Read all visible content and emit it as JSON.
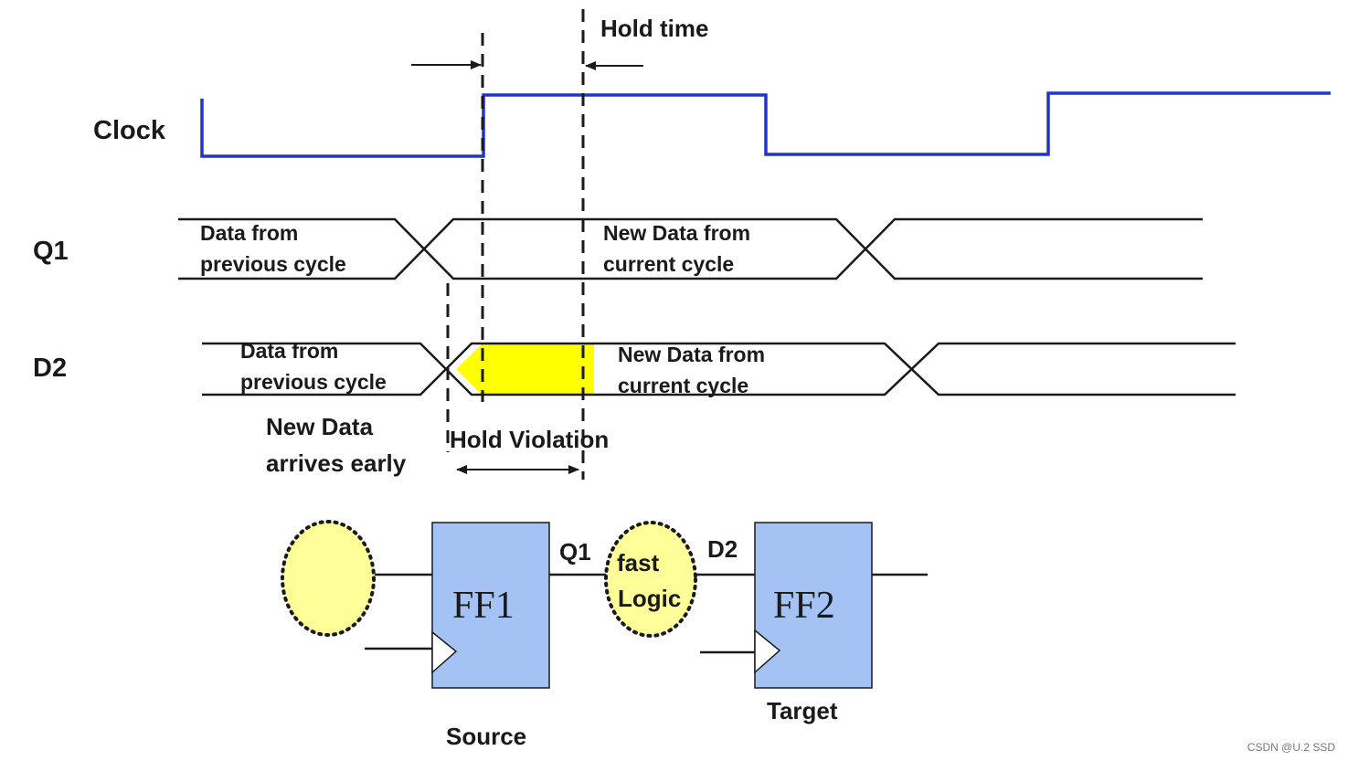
{
  "signals": {
    "clock": "Clock",
    "q1": "Q1",
    "d2": "D2"
  },
  "annotations": {
    "hold_time": "Hold time",
    "hold_violation": "Hold Violation",
    "new_data_early_line1": "New  Data",
    "new_data_early_line2": "arrives early"
  },
  "q1_wave": {
    "old_line1": "Data from",
    "old_line2": "previous cycle",
    "new_line1": "New Data from",
    "new_line2": "current cycle"
  },
  "d2_wave": {
    "old_line1": "Data from",
    "old_line2": "previous cycle",
    "new_line1": "New Data from",
    "new_line2": "current cycle"
  },
  "circuit": {
    "ff1": "FF1",
    "ff2": "FF2",
    "q1_wire": "Q1",
    "d2_wire": "D2",
    "logic_line1": "fast",
    "logic_line2": "Logic",
    "source": "Source",
    "target": "Target"
  },
  "colors": {
    "clock_trace": "#2233cc",
    "violation_fill": "#ffff00",
    "flipflop_fill": "#a4c2f4",
    "logic_bubble_fill": "#ffff99"
  },
  "watermark": "CSDN @U.2 SSD"
}
